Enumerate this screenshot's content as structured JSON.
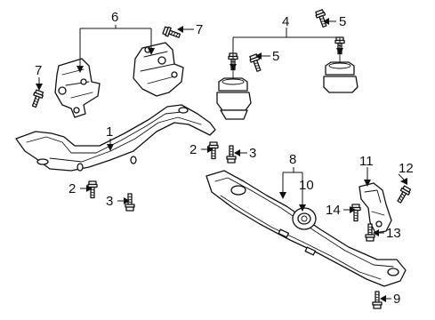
{
  "callouts": {
    "c1": "1",
    "c2a": "2",
    "c2b": "2",
    "c3a": "3",
    "c3b": "3",
    "c4": "4",
    "c5a": "5",
    "c5b": "5",
    "c6": "6",
    "c7a": "7",
    "c7b": "7",
    "c8": "8",
    "c9": "9",
    "c10": "10",
    "c11": "11",
    "c12": "12",
    "c13": "13",
    "c14": "14"
  },
  "icons": {
    "arrowhead": "filled-triangle",
    "bolt": "bolt-icon",
    "mount": "mount-icon"
  }
}
